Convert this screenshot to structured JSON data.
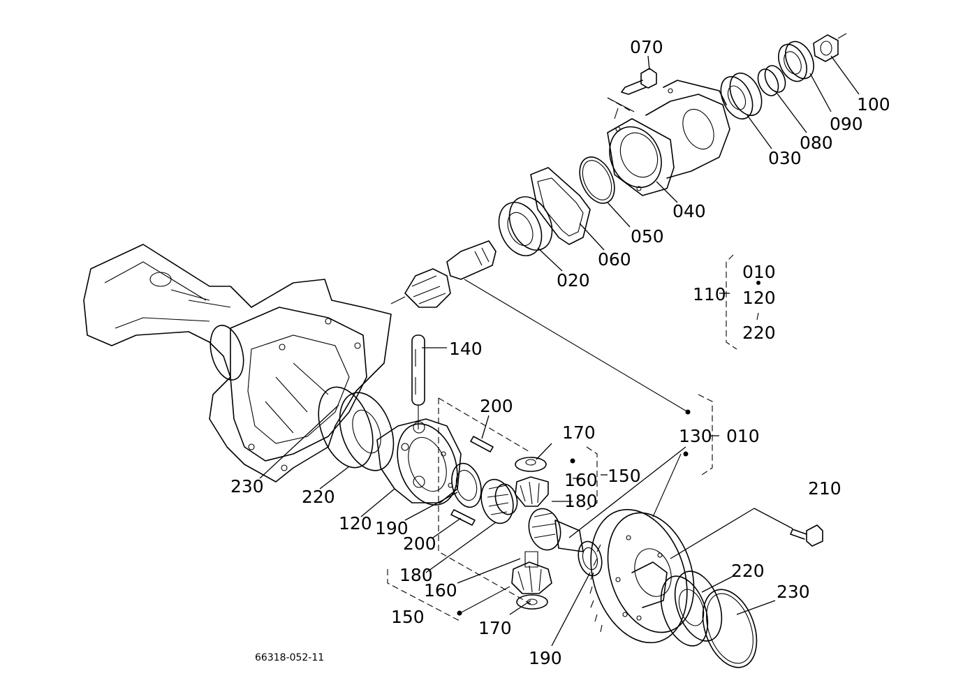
{
  "labels": {
    "p070": "070",
    "p100": "100",
    "p090": "090",
    "p080": "080",
    "p030": "030",
    "p040": "040",
    "p050": "050",
    "p060": "060",
    "p020": "020",
    "p110": "110",
    "g010": "010",
    "g120": "120",
    "g220": "220",
    "p140": "140",
    "p200_top": "200",
    "p170_top": "170",
    "p160_right": "160",
    "p150_right": "150",
    "p180_right": "180",
    "p130": "130",
    "p010_right": "010",
    "p210": "210",
    "p230_left": "230",
    "p220_left": "220",
    "p120": "120",
    "p190_left": "190",
    "p200_bottom": "200",
    "p180_bottom": "180",
    "p160_bottom": "160",
    "p150_bottom": "150",
    "p170_bottom": "170",
    "p190_bottom": "190",
    "p220_right": "220",
    "p230_right": "230"
  },
  "drawing_code": "66318-052-11"
}
